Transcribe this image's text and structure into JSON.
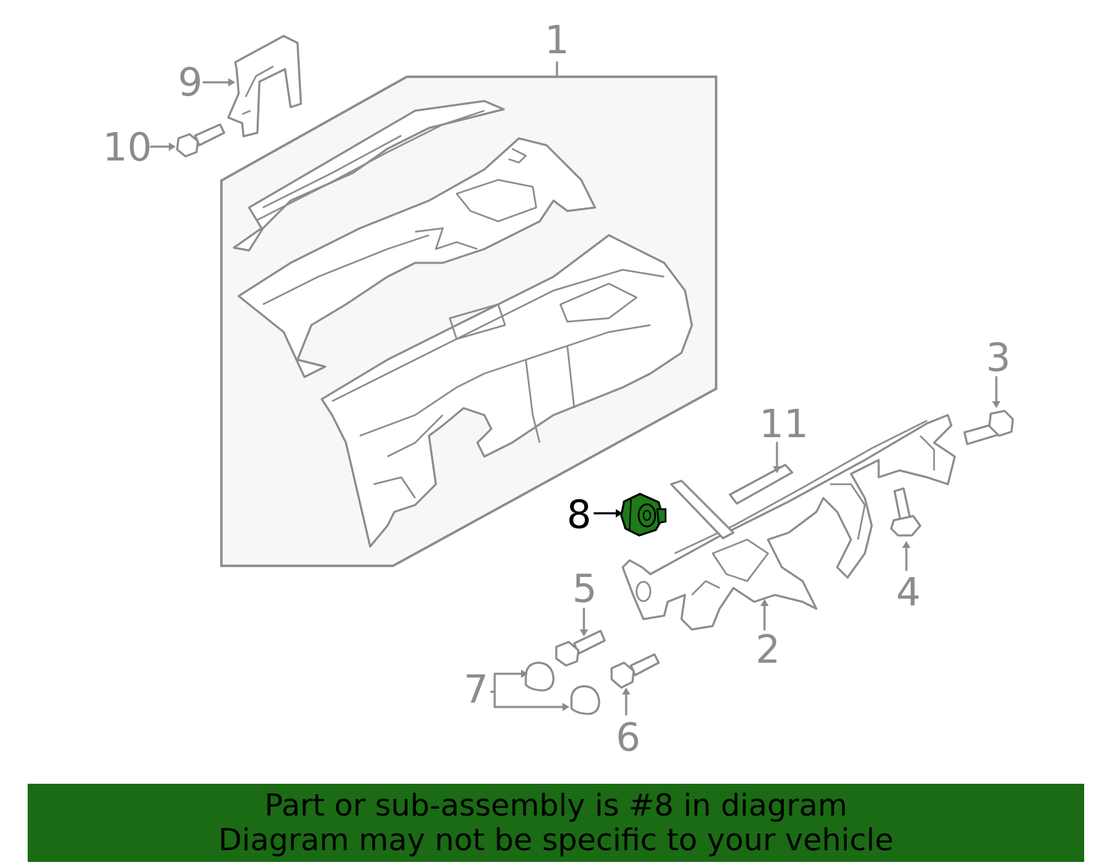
{
  "callouts": {
    "c1": "1",
    "c2": "2",
    "c3": "3",
    "c4": "4",
    "c5": "5",
    "c6": "6",
    "c7": "7",
    "c8": "8",
    "c9": "9",
    "c10": "10",
    "c11": "11"
  },
  "highlighted_part": "8",
  "colors": {
    "line": "#8c8c8c",
    "highlight_fill": "#1f7a1a",
    "banner_background": "#1a6b14",
    "banner_text": "#000000",
    "panel_fill": "#f7f7f7"
  },
  "banner": {
    "line1": "Part or sub-assembly is #8 in diagram",
    "line2": "Diagram may not be specific to your vehicle"
  }
}
